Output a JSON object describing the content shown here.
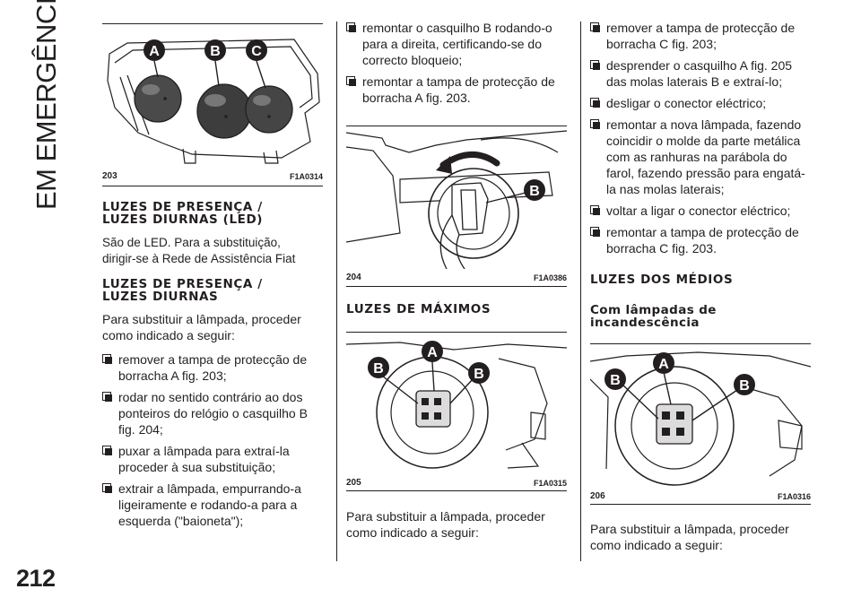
{
  "section_title": "EM EMERGÊNCIA",
  "page_number": "212",
  "figures": {
    "f203": {
      "number": "203",
      "code": "F1A0314",
      "labels": [
        "A",
        "B",
        "C"
      ]
    },
    "f204": {
      "number": "204",
      "code": "F1A0386",
      "labels": [
        "B"
      ]
    },
    "f205": {
      "number": "205",
      "code": "F1A0315",
      "labels": [
        "A",
        "B",
        "B"
      ]
    },
    "f206": {
      "number": "206",
      "code": "F1A0316",
      "labels": [
        "A",
        "B",
        "B"
      ]
    }
  },
  "col1": {
    "h1": "LUZES DE PRESENÇA /\nLUZES DIURNAS (LED)",
    "p1": "São de LED. Para a substituição, dirigir-se à Rede de Assistência Fiat",
    "h2": "LUZES DE PRESENÇA /\nLUZES DIURNAS",
    "p2": "Para substituir a lâmpada, proceder como indicado a seguir:",
    "steps": [
      "remover a tampa de protecção de borracha A fig. 203;",
      "rodar no sentido contrário ao dos ponteiros do relógio o casquilho B fig. 204;",
      "puxar a lâmpada para extraí-la proceder à sua substituição;",
      "extrair a lâmpada, empurrando-a ligeiramente e rodando-a para a esquerda (\"baioneta\");"
    ]
  },
  "col2": {
    "steps": [
      "remontar o casquilho B rodando-o para a direita, certificando-se do correcto bloqueio;",
      "remontar a tampa de protecção de borracha A fig. 203."
    ],
    "h1": "LUZES DE MÁXIMOS",
    "p1": "Para substituir a lâmpada, proceder como indicado a seguir:"
  },
  "col3": {
    "steps": [
      "remover a tampa de protecção de borracha C fig. 203;",
      "desprender o casquilho A fig. 205 das molas laterais B e extraí-lo;",
      "desligar o conector eléctrico;",
      "remontar a nova lâmpada, fazendo coincidir o molde da parte metálica com as ranhuras na parábola do farol, fazendo pressão para engatá-la nas molas laterais;",
      "voltar a ligar o conector eléctrico;",
      "remontar a tampa de protecção de borracha C fig. 203."
    ],
    "h1": "LUZES DOS MÉDIOS",
    "h2": "Com lâmpadas de\nincandescência",
    "p1": "Para substituir a lâmpada, proceder como indicado a seguir:"
  }
}
